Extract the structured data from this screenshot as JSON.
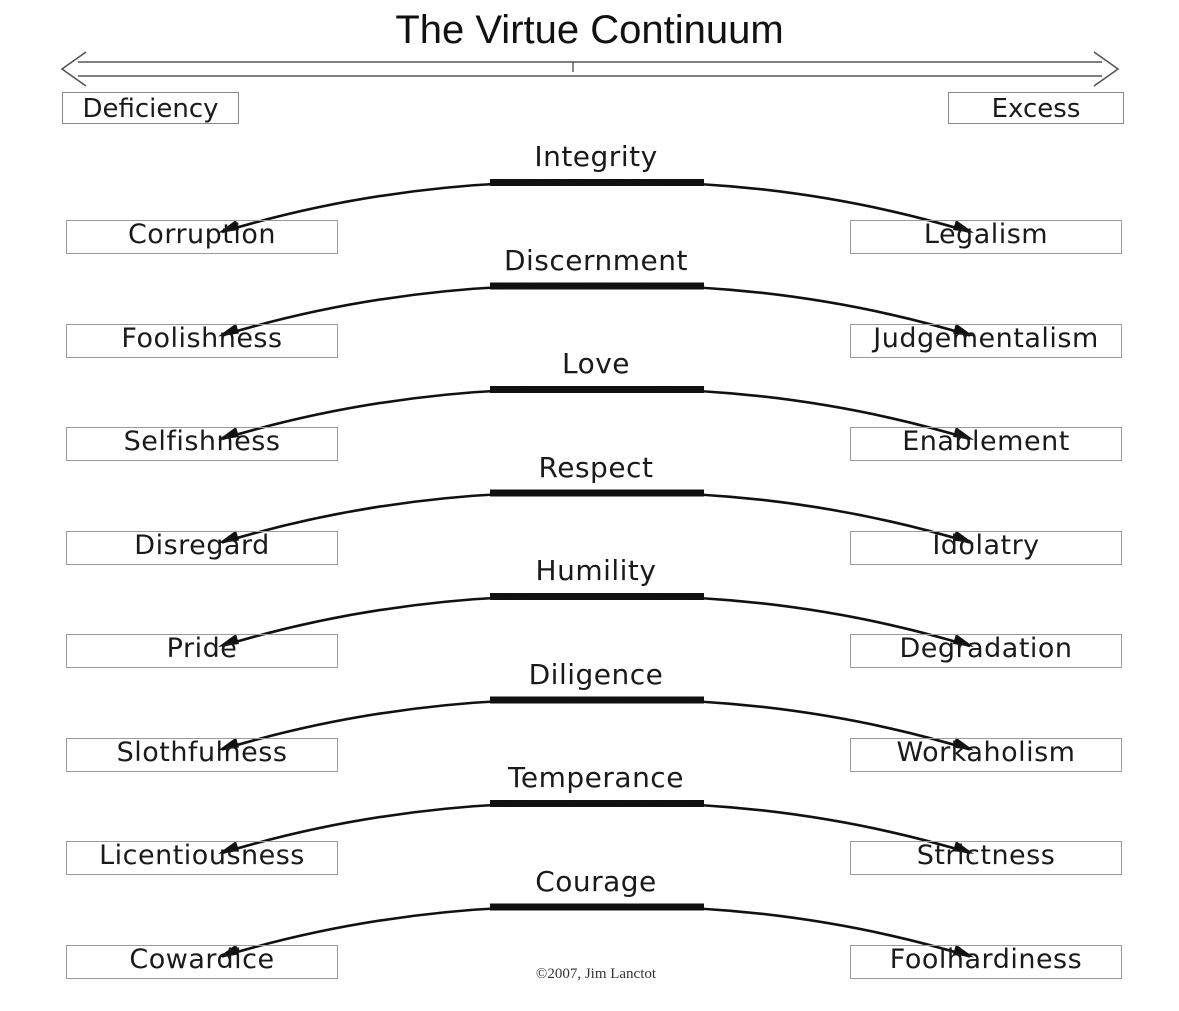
{
  "title": "The Virtue Continuum",
  "axis": {
    "left_label": "Deficiency",
    "right_label": "Excess"
  },
  "rows": [
    {
      "virtue": "Integrity",
      "deficiency": "Corruption",
      "excess": "Legalism"
    },
    {
      "virtue": "Discernment",
      "deficiency": "Foolishness",
      "excess": "Judgementalism"
    },
    {
      "virtue": "Love",
      "deficiency": "Selfishness",
      "excess": "Enablement"
    },
    {
      "virtue": "Respect",
      "deficiency": "Disregard",
      "excess": "Idolatry"
    },
    {
      "virtue": "Humility",
      "deficiency": "Pride",
      "excess": "Degradation"
    },
    {
      "virtue": "Diligence",
      "deficiency": "Slothfulness",
      "excess": "Workaholism"
    },
    {
      "virtue": "Temperance",
      "deficiency": "Licentiousness",
      "excess": "Strictness"
    },
    {
      "virtue": "Courage",
      "deficiency": "Cowardice",
      "excess": "Foolhardiness"
    }
  ],
  "copyright": "©2007, Jim Lanctot"
}
